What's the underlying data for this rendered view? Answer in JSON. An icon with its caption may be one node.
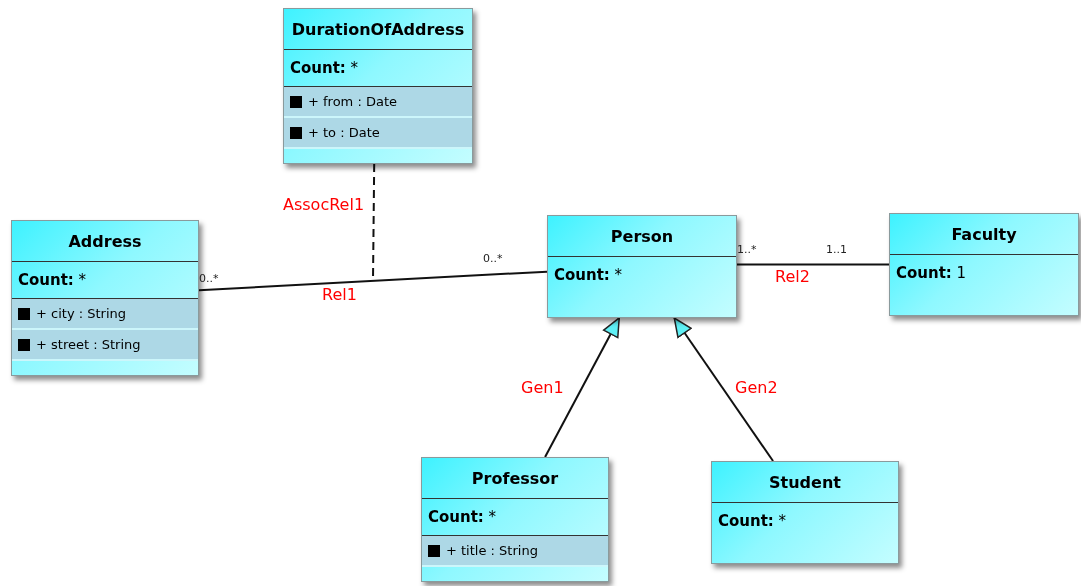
{
  "diagram": {
    "nodes": [
      {
        "text": [
          "DurationOfAddress",
          "**Count:** *",
          "+ from : Date",
          "+ to : Date"
        ]
      },
      {
        "text": [
          "Address",
          "**Count:** *",
          "+ city : String",
          "+ street : String"
        ]
      },
      {
        "text": [
          "Person",
          "**Count:** *"
        ]
      },
      {
        "text": [
          "Faculty",
          "**Count:** 1"
        ]
      },
      {
        "text": [
          "Professor",
          "**Count:** *",
          "+ title : String"
        ]
      },
      {
        "text": [
          "Student",
          "**Count:** *"
        ]
      }
    ],
    "edges": [
      {
        "from": 1,
        "to": 2,
        "arrow": "none",
        "label": "Rel1"
      },
      {
        "from": 0,
        "to": null,
        "arrow": "none",
        "style": "dashed",
        "label": "AssocRel1"
      },
      {
        "from": 2,
        "to": 3,
        "arrow": "none",
        "label": "Rel2"
      },
      {
        "from": 4,
        "to": 2,
        "arrow": "to",
        "label": "Gen1"
      },
      {
        "from": 5,
        "to": 2,
        "arrow": "to",
        "label": "Gen2"
      }
    ],
    "labels": [
      "0..*",
      "0..*",
      "1..*",
      "1..1"
    ]
  }
}
